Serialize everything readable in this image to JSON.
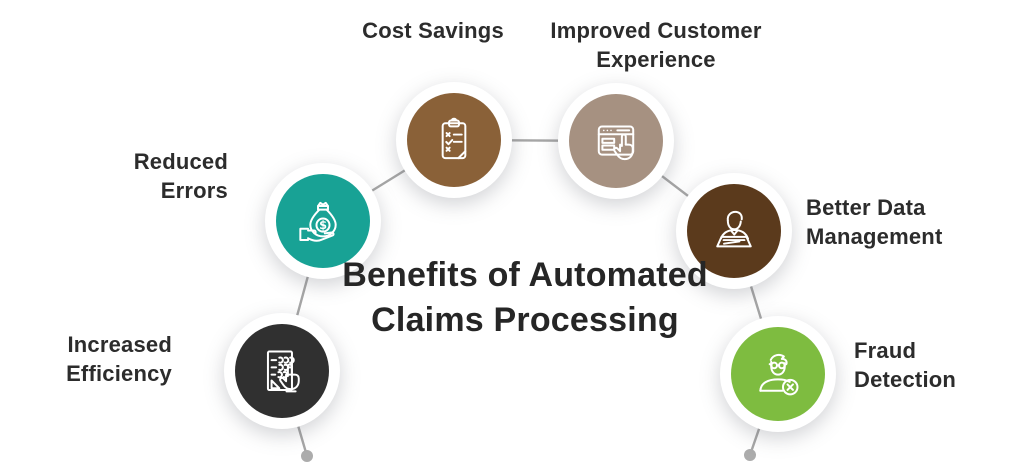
{
  "title": "Benefits of Automated Claims Processing",
  "benefits": [
    {
      "label": "Cost Savings",
      "icon": "clipboard-checklist-icon",
      "color": "#8A6138"
    },
    {
      "label": "Improved Customer Experience",
      "icon": "browser-click-icon",
      "color": "#A69181"
    },
    {
      "label": "Reduced Errors",
      "icon": "money-bag-hand-icon",
      "color": "#18A295"
    },
    {
      "label": "Better Data Management",
      "icon": "person-laptop-icon",
      "color": "#5B3A1C"
    },
    {
      "label": "Increased Efficiency",
      "icon": "document-tap-icon",
      "color": "#303030"
    },
    {
      "label": "Fraud Detection",
      "icon": "person-fraud-icon",
      "color": "#7EBC40"
    }
  ],
  "colors": {
    "background": "#FFFFFF",
    "text": "#2C2C2C",
    "connector": "#A6A6A6",
    "connector_dot": "#ACACAC"
  }
}
